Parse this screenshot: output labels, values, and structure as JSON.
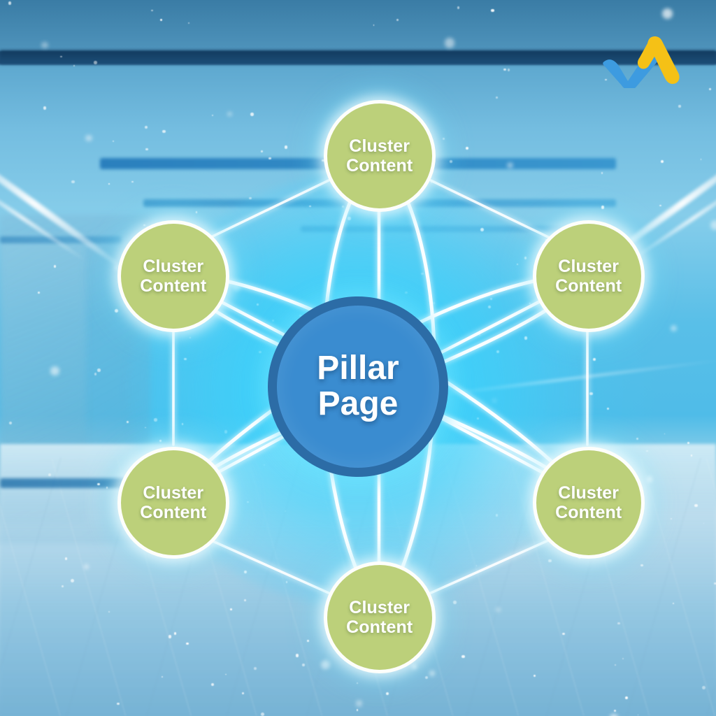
{
  "diagram": {
    "type": "hub-and-spoke topic cluster",
    "center": {
      "label_line1": "Pillar",
      "label_line2": "Page",
      "fill_color": "#3a8cd0",
      "ring_color": "#2c6ca6",
      "text_color": "#ffffff"
    },
    "nodes": [
      {
        "id": "cluster-top",
        "label_line1": "Cluster",
        "label_line2": "Content",
        "position": "top"
      },
      {
        "id": "cluster-upper-left",
        "label_line1": "Cluster",
        "label_line2": "Content",
        "position": "upper-left"
      },
      {
        "id": "cluster-upper-right",
        "label_line1": "Cluster",
        "label_line2": "Content",
        "position": "upper-right"
      },
      {
        "id": "cluster-lower-left",
        "label_line1": "Cluster",
        "label_line2": "Content",
        "position": "lower-left"
      },
      {
        "id": "cluster-lower-right",
        "label_line1": "Cluster",
        "label_line2": "Content",
        "position": "lower-right"
      },
      {
        "id": "cluster-bottom",
        "label_line1": "Cluster",
        "label_line2": "Content",
        "position": "bottom"
      }
    ],
    "node_style": {
      "fill_color": "#bcd07a",
      "ring_color": "#ffffff",
      "text_color": "#ffffff"
    },
    "connector_color": "#ffffff"
  },
  "branding": {
    "logo_name": "check-swoosh-logo",
    "logo_blue": "#3d9be0",
    "logo_yellow": "#f5c116"
  },
  "background": {
    "scene": "blurred blue office interior",
    "glow_color": "#46e1ff",
    "accent_bar_color": "#2a7fbd",
    "dark_band_color": "#1d4b74"
  }
}
